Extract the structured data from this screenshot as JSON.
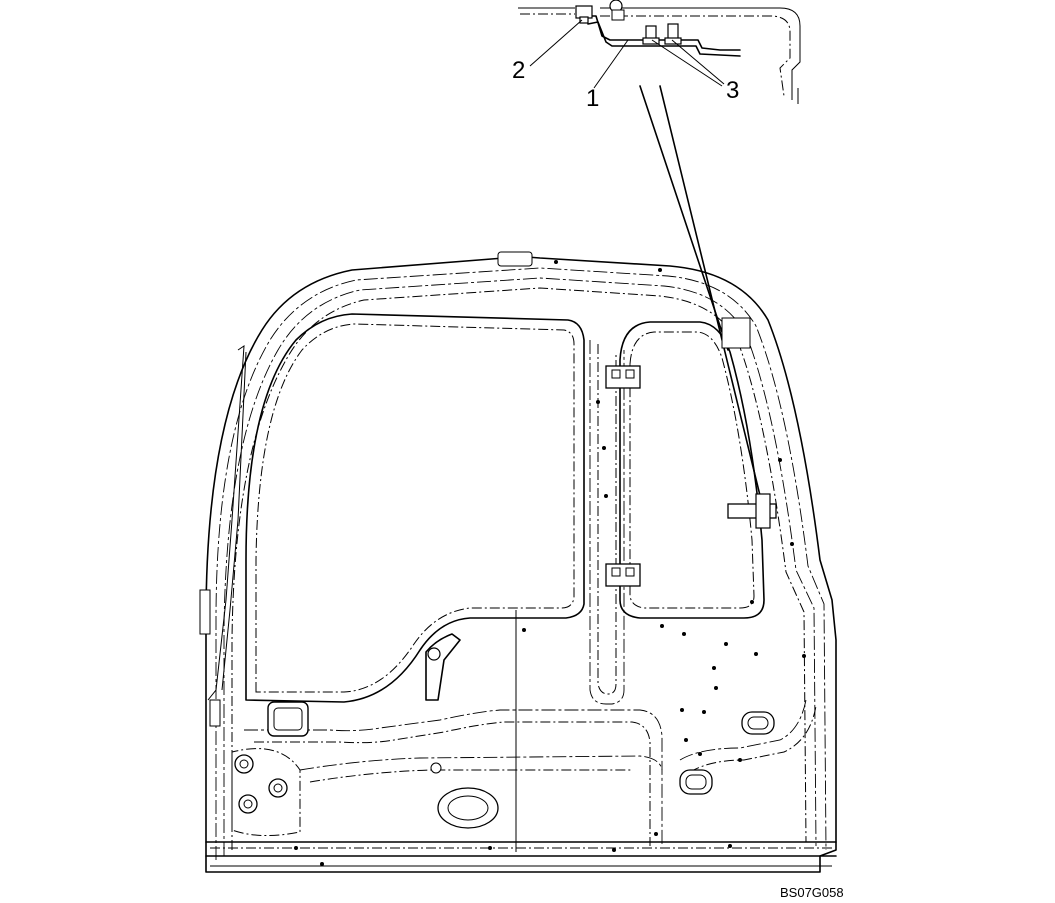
{
  "callouts": [
    {
      "id": "1",
      "label": "1"
    },
    {
      "id": "2",
      "label": "2"
    },
    {
      "id": "3",
      "label": "3"
    }
  ],
  "figure_code": "BS07G058"
}
